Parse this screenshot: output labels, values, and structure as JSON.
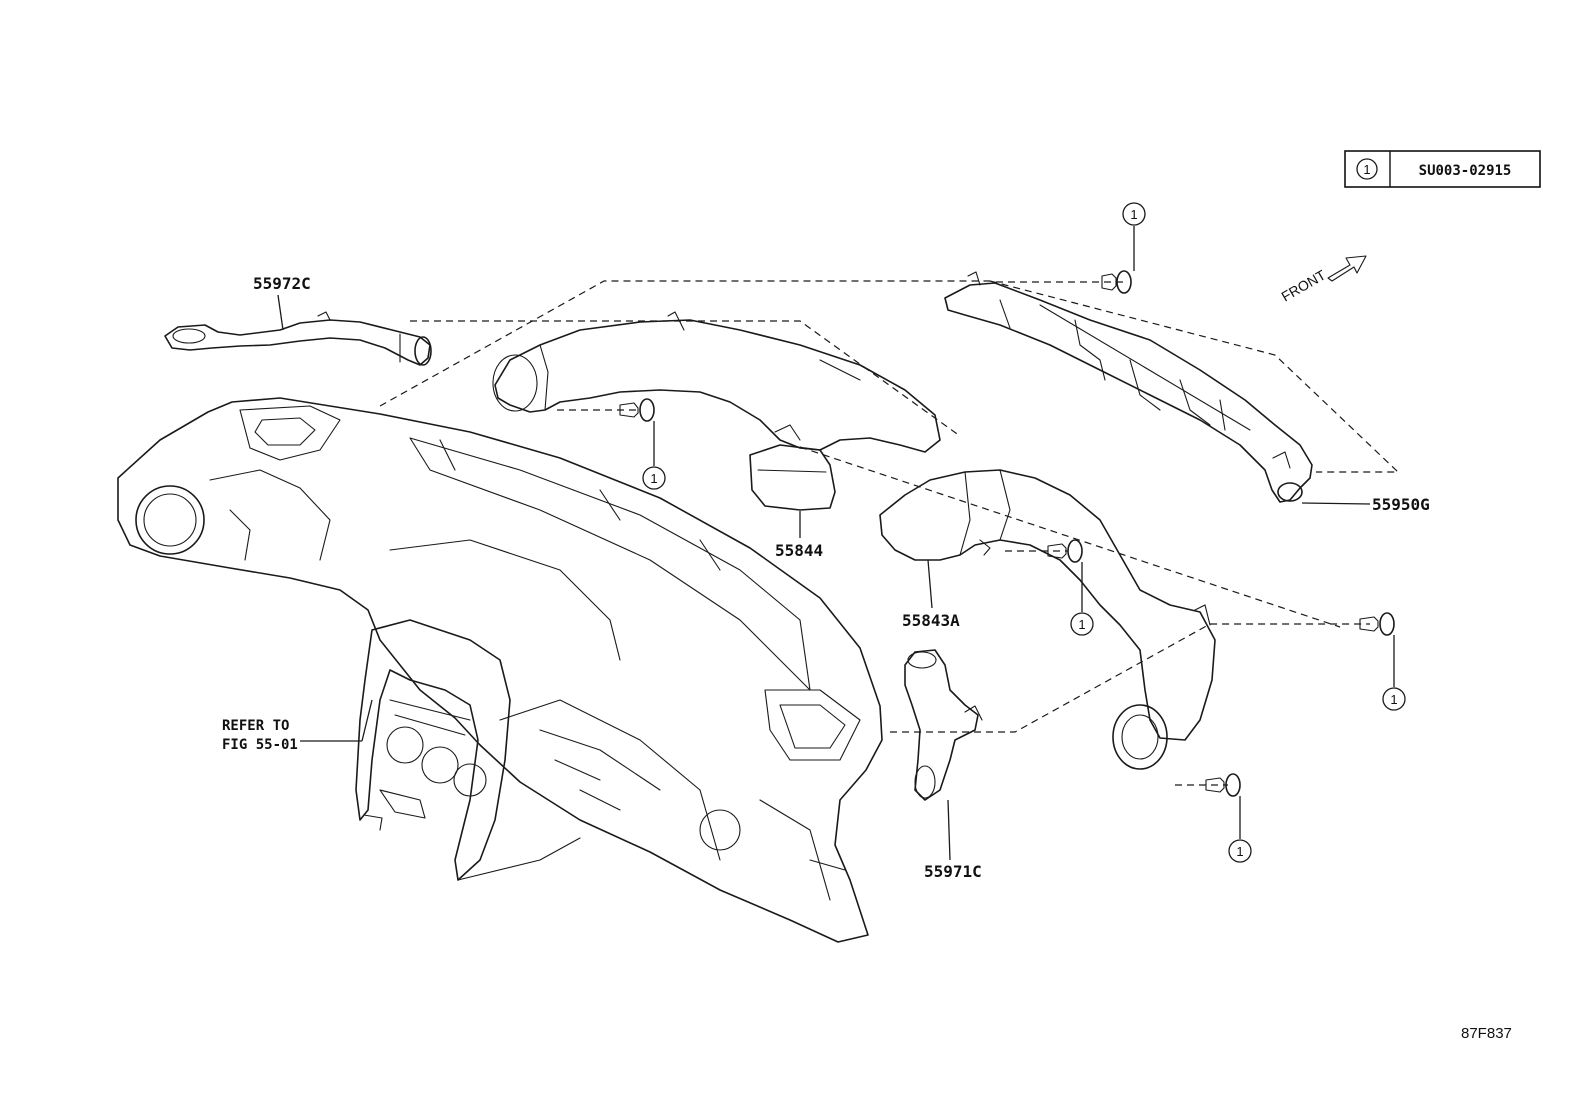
{
  "legend": {
    "ref_number": "1",
    "part_code": "SU003-02915"
  },
  "direction_label": "FRONT",
  "parts": {
    "p55972C": "55972C",
    "p55844": "55844",
    "p55843A": "55843A",
    "p55971C": "55971C",
    "p55950G": "55950G"
  },
  "refer_note": {
    "line1": "REFER TO",
    "line2": "FIG 55-01"
  },
  "callout_ref": "1",
  "drawing_code": "87F837"
}
